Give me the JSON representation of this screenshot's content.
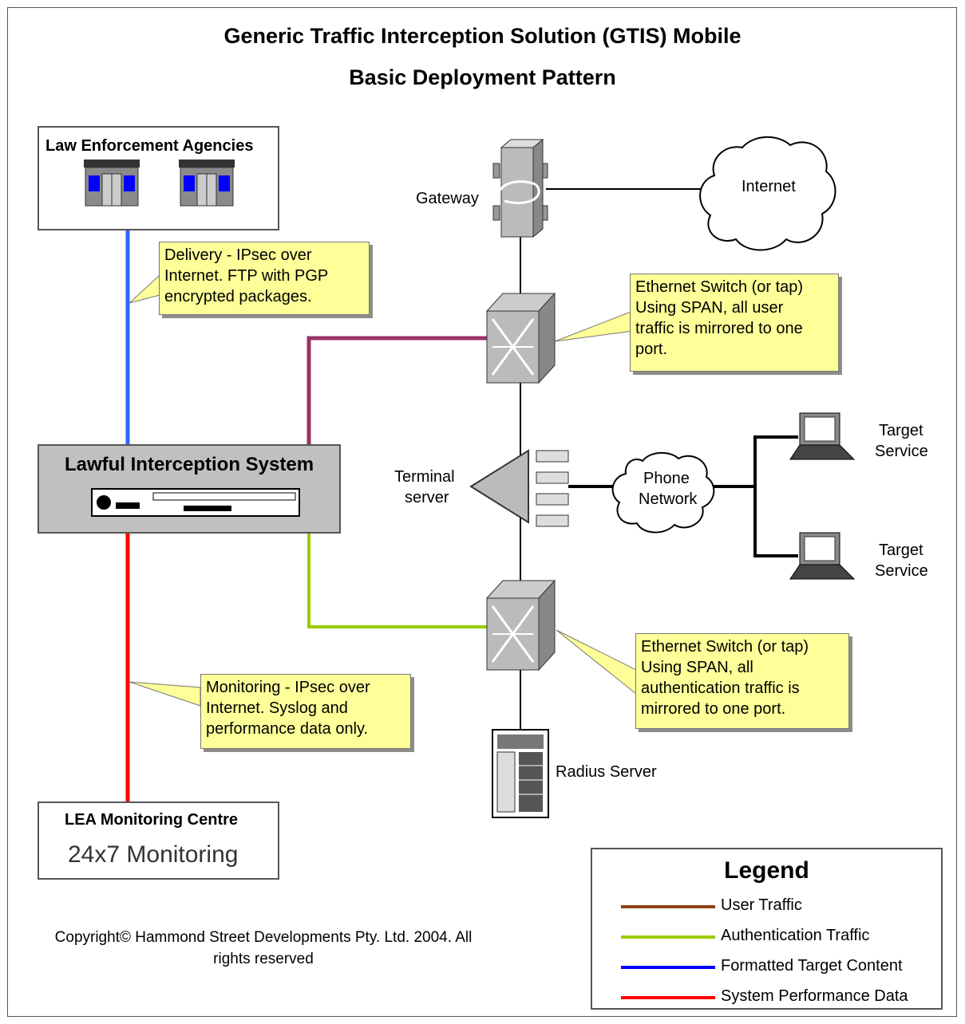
{
  "title": {
    "line1": "Generic Traffic Interception Solution (GTIS) Mobile",
    "line2": "Basic Deployment Pattern"
  },
  "lea": {
    "label": "Law Enforcement Agencies"
  },
  "lis": {
    "label": "Lawful Interception System"
  },
  "monitoring_centre": {
    "title": "LEA Monitoring Centre",
    "subtitle": "24x7 Monitoring"
  },
  "nodes": {
    "gateway": "Gateway",
    "internet": "Internet",
    "terminal_server_line1": "Terminal",
    "terminal_server_line2": "server",
    "phone_network_line1": "Phone",
    "phone_network_line2": "Network",
    "target1_line1": "Target",
    "target1_line2": "Service",
    "target2_line1": "Target",
    "target2_line2": "Service",
    "radius_server": "Radius Server"
  },
  "callouts": {
    "delivery": [
      "Delivery - IPsec over",
      "Internet.  FTP with PGP",
      "encrypted packages."
    ],
    "switch_top": [
      "Ethernet Switch (or tap)",
      "Using SPAN, all user",
      "traffic is mirrored to one",
      "port."
    ],
    "switch_bottom": [
      "Ethernet Switch (or tap)",
      "Using SPAN, all",
      "authentication traffic is",
      "mirrored to one port."
    ],
    "monitoring": [
      "Monitoring - IPsec over",
      "Internet.  Syslog and",
      "performance data only."
    ]
  },
  "legend": {
    "title": "Legend",
    "items": [
      {
        "label": "User Traffic",
        "color": "#8b4513"
      },
      {
        "label": "Authentication Traffic",
        "color": "#99cc00"
      },
      {
        "label": "Formatted Target Content",
        "color": "#0000ff"
      },
      {
        "label": "System Performance Data",
        "color": "#ff0000"
      }
    ]
  },
  "colors": {
    "user_traffic_link": "#993366",
    "auth_link": "#99cc00",
    "delivery_link": "#3366ff",
    "monitoring_link": "#ff0000",
    "callout_fill": "#ffff99"
  },
  "copyright": [
    "Copyright© Hammond Street Developments Pty. Ltd. 2004. All",
    "rights reserved"
  ]
}
